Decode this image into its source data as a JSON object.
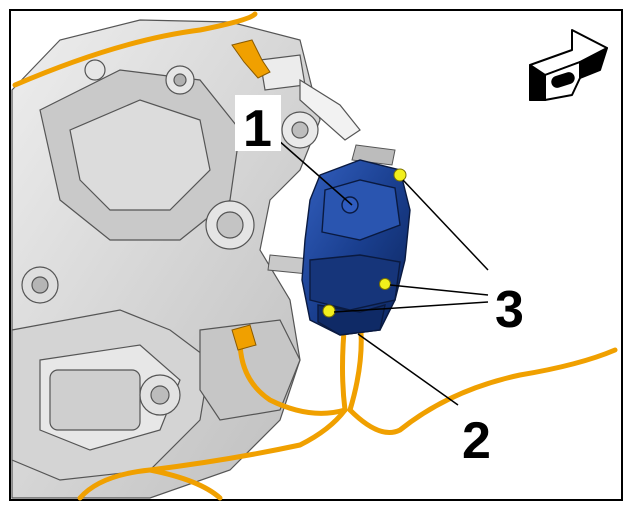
{
  "callouts": {
    "one": "1",
    "two": "2",
    "three": "3"
  },
  "icons": {
    "view_direction": "view-direction-arrow-icon"
  },
  "colors": {
    "component_blue": "#1a3f8f",
    "harness_orange": "#f0a000",
    "fastener_yellow": "#e8e800",
    "housing_gray": "#d6d6d6",
    "outline": "#000000"
  }
}
